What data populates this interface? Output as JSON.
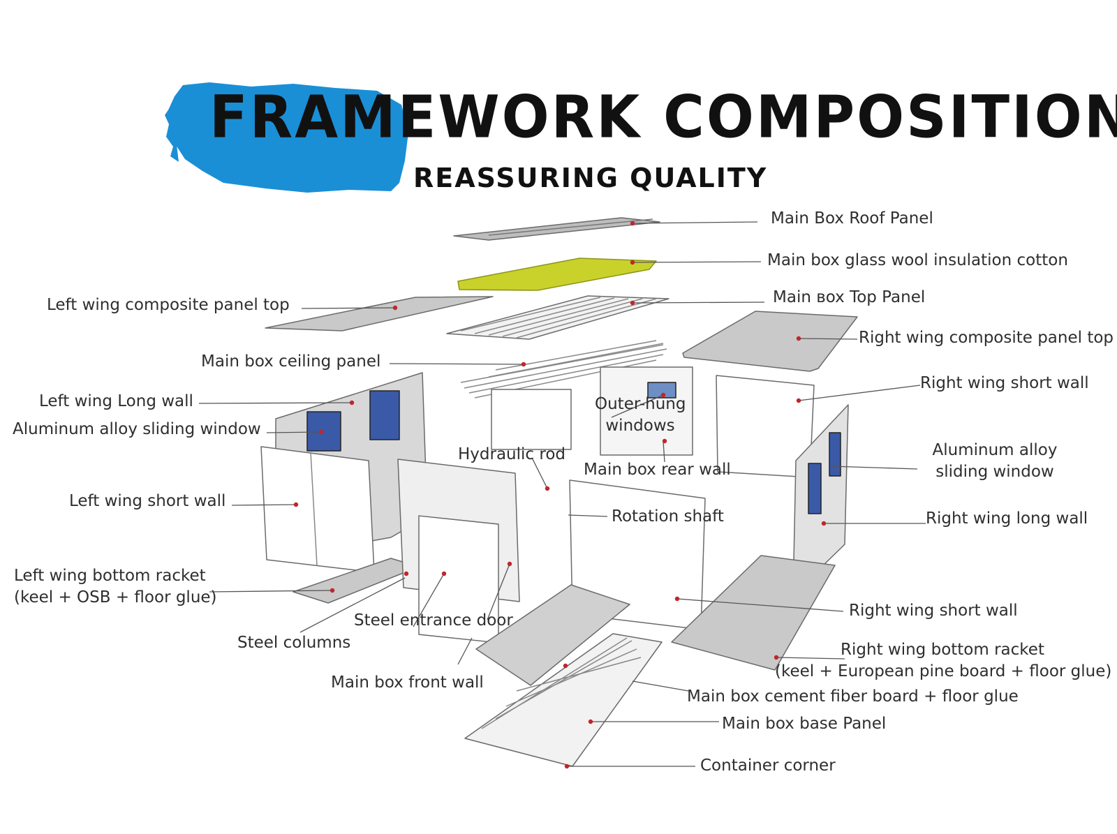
{
  "header": {
    "title": "FRAMEWORK COMPOSITION",
    "subtitle": "REASSURING QUALITY",
    "brand_color": "#1a8fd6"
  },
  "colors": {
    "insulation": "#c9d22a",
    "panel": "#c9c9c9",
    "window_glass": "#3a5aa8",
    "marker": "#c0262b"
  },
  "labels": {
    "main_box_roof_panel": "Main Box Roof Panel",
    "main_box_glass_wool": "Main box glass wool insulation cotton",
    "main_box_top_panel": "Main вox Top Panel",
    "right_wing_composite_top": "Right wing composite panel top",
    "left_wing_composite_top": "Left wing composite panel top",
    "main_box_ceiling_panel": "Main box ceiling panel",
    "right_wing_short_wall_top": "Right wing short wall",
    "left_wing_long_wall": "Left wing Long wall",
    "aluminum_window_left": "Aluminum alloy sliding window",
    "outer_hung_windows_1": "Outer-hung",
    "outer_hung_windows_2": "windows",
    "aluminum_window_right_1": "Aluminum alloy",
    "aluminum_window_right_2": "sliding window",
    "hydraulic_rod": "Hydraulic rod",
    "main_box_rear_wall": "Main box rear wall",
    "left_wing_short_wall": "Left wing short wall",
    "rotation_shaft": "Rotation shaft",
    "right_wing_long_wall": "Right wing long wall",
    "left_wing_bottom_racket_1": "Left wing bottom racket",
    "left_wing_bottom_racket_2": "(keel + OSB + floor glue)",
    "right_wing_short_wall_bottom": "Right wing short wall",
    "steel_entrance_door": "Steel entrance door",
    "steel_columns": "Steel columns",
    "right_wing_bottom_racket_1": "Right wing bottom racket",
    "right_wing_bottom_racket_2": "(keel + European pine board + floor glue)",
    "main_box_front_wall": "Main box front wall",
    "main_box_cement_fiber": "Main box cement fiber board + floor glue",
    "main_box_base_panel": "Main box base Panel",
    "container_corner": "Container corner"
  }
}
